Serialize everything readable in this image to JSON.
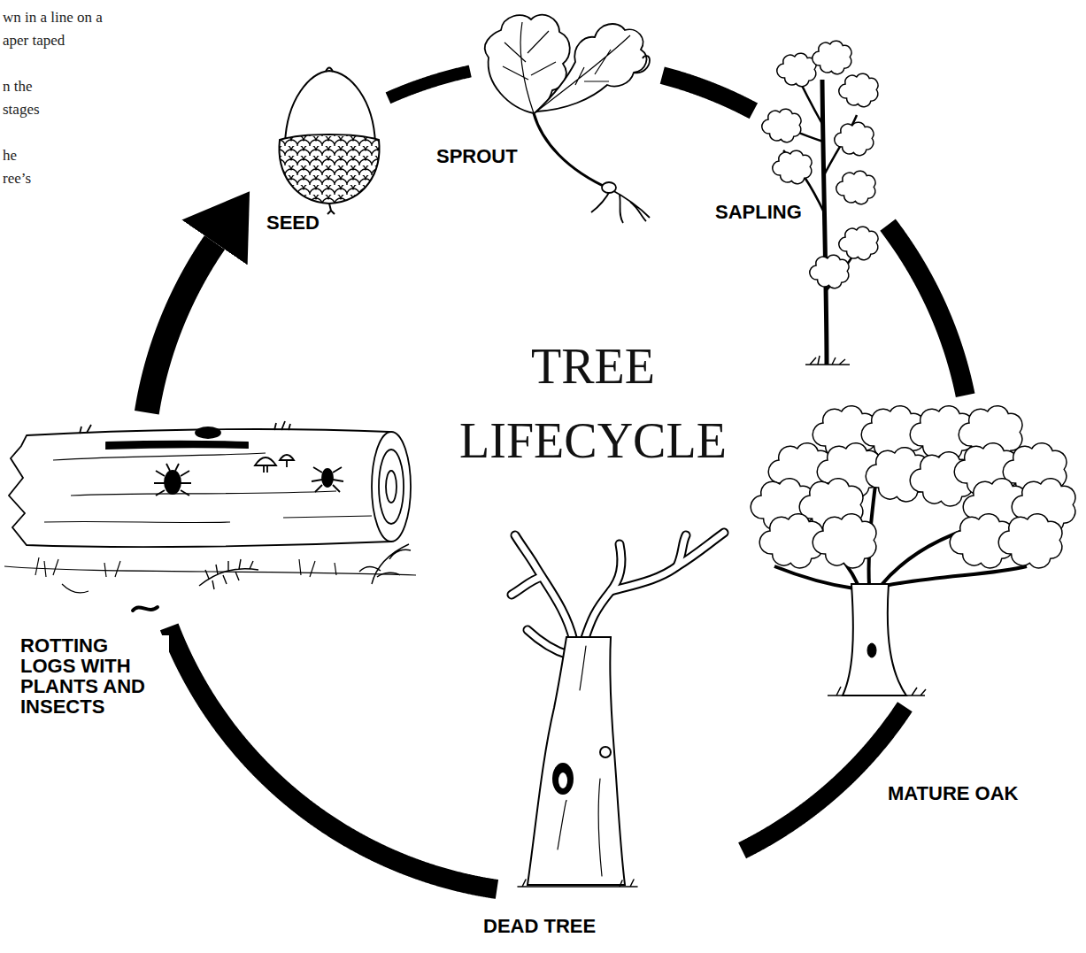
{
  "diagram": {
    "title": "TREE LIFECYCLE",
    "nodes": [
      {
        "text": [
          "SEED"
        ]
      },
      {
        "text": [
          "SPROUT"
        ]
      },
      {
        "text": [
          "SAPLING"
        ]
      },
      {
        "text": [
          "MATURE OAK"
        ]
      },
      {
        "text": [
          "DEAD TREE"
        ]
      },
      {
        "text": [
          "ROTTING LOGS WITH PLANTS AND INSECTS"
        ]
      }
    ],
    "edges": [
      {
        "from": 0,
        "to": 1,
        "arrow": "none"
      },
      {
        "from": 1,
        "to": 2,
        "arrow": "none"
      },
      {
        "from": 2,
        "to": 3,
        "arrow": "none"
      },
      {
        "from": 3,
        "to": 4,
        "arrow": "none"
      },
      {
        "from": 4,
        "to": 5,
        "arrow": "none"
      },
      {
        "from": 5,
        "to": 0,
        "arrow": "to"
      }
    ],
    "labels": [
      "wn in a line on a",
      "aper taped",
      "n the",
      "stages",
      "he",
      "ree’s"
    ]
  }
}
